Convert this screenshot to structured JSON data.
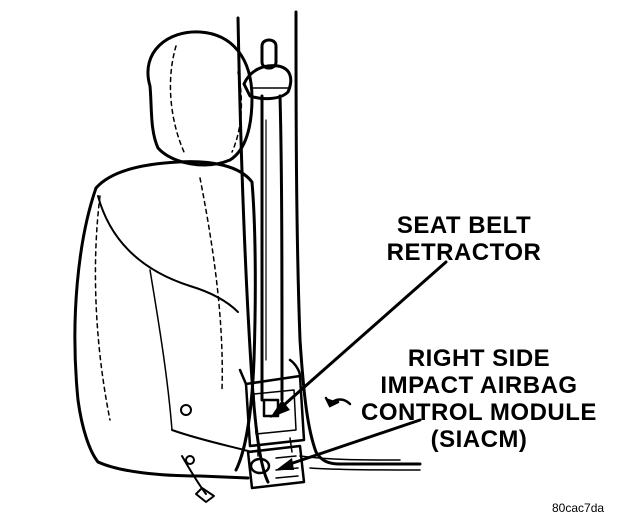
{
  "callouts": {
    "retractor": {
      "line1": "SEAT BELT",
      "line2": "RETRACTOR"
    },
    "siacm": {
      "line1": "RIGHT SIDE",
      "line2": "IMPACT AIRBAG",
      "line3": "CONTROL MODULE",
      "line4": "(SIACM)"
    }
  },
  "figure_code": "80cac7da",
  "colors": {
    "ink": "#000000",
    "paper": "#ffffff"
  }
}
